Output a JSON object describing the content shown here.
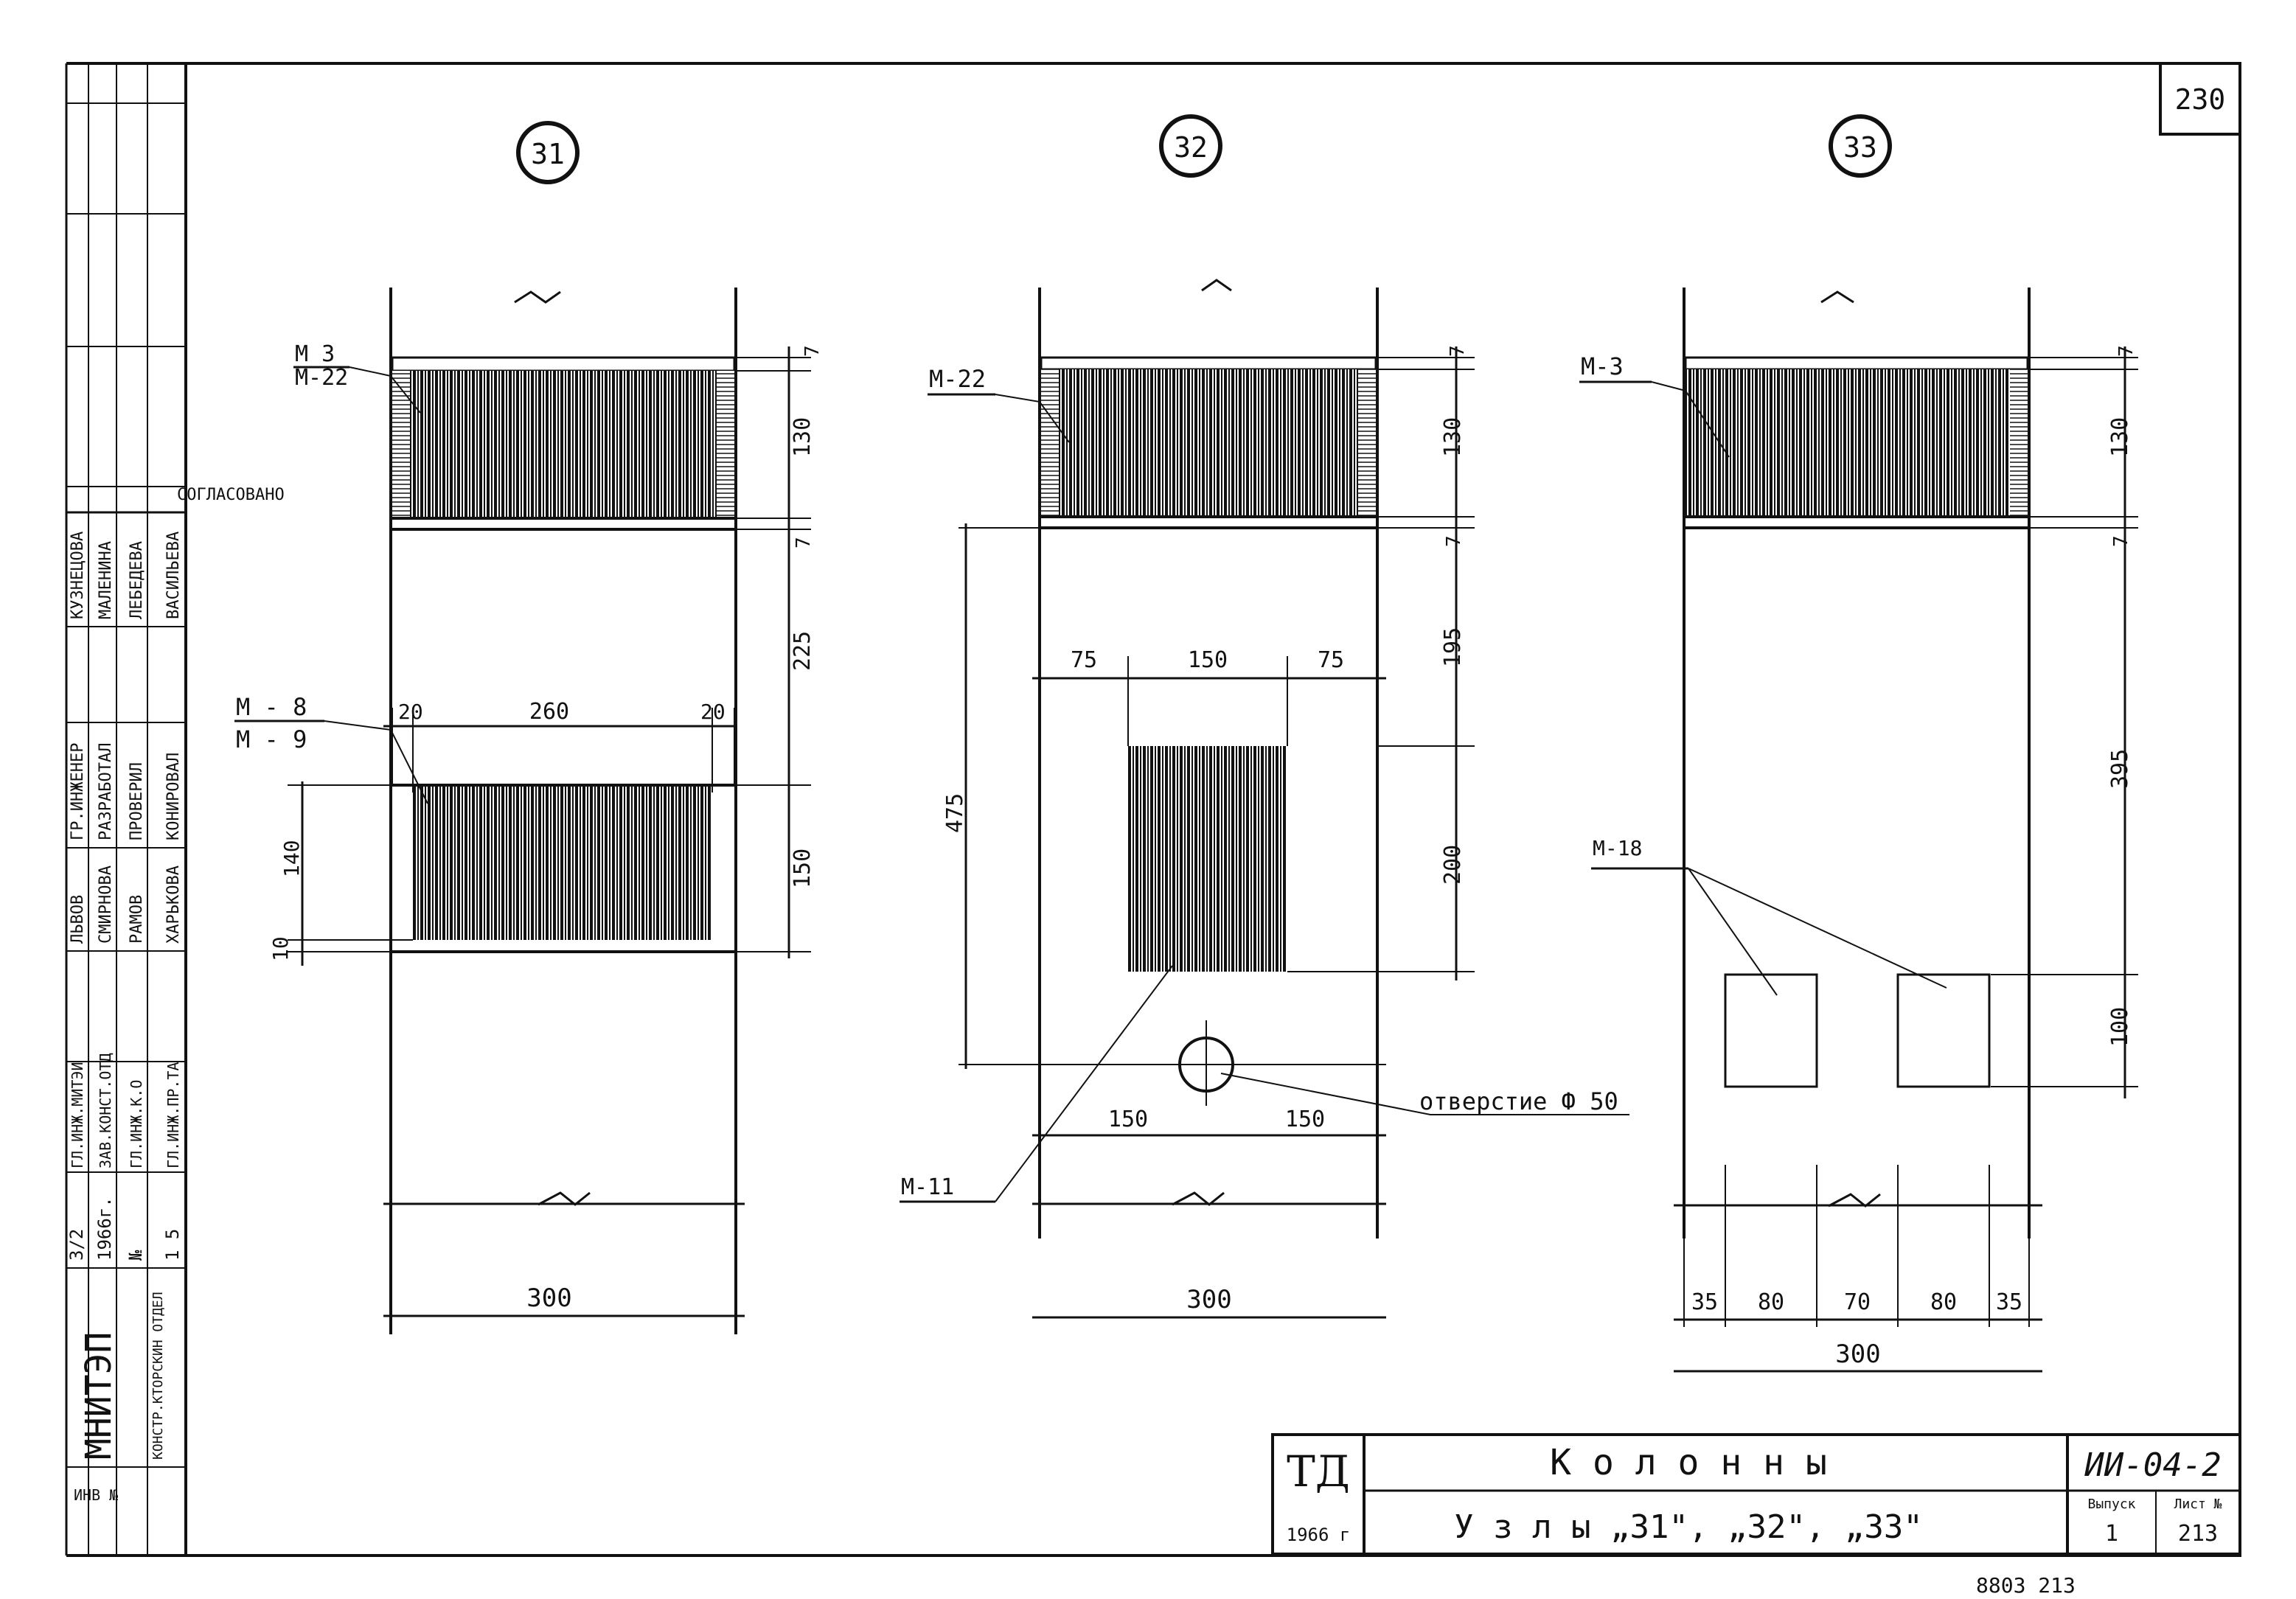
{
  "sheet_number": "230",
  "nodes": [
    {
      "id": "31",
      "callouts": {
        "top": "М 3",
        "bottom": "М-22"
      },
      "callouts2": {
        "top": "М - 8",
        "bottom": "М - 9"
      },
      "dims": {
        "right": [
          "7",
          "130",
          "7",
          "225",
          "150"
        ],
        "horiz": [
          "20",
          "260",
          "20"
        ],
        "left": [
          "140",
          "10"
        ],
        "width": "300"
      }
    },
    {
      "id": "32",
      "callout_top": "М-22",
      "callout_bottom": "М-11",
      "hole_label": "отверстие Ф 50",
      "dims": {
        "right": [
          "7",
          "130",
          "7",
          "195",
          "200"
        ],
        "horiz": [
          "75",
          "150",
          "75"
        ],
        "left": "475",
        "hole": [
          "150",
          "150"
        ],
        "width": "300"
      }
    },
    {
      "id": "33",
      "callout_top": "М-3",
      "callout_mid": "М-18",
      "dims": {
        "right": [
          "7",
          "130",
          "7",
          "395",
          "100"
        ],
        "bottom": [
          "35",
          "80",
          "70",
          "80",
          "35"
        ],
        "width": "300"
      }
    }
  ],
  "side_stamp": {
    "agreed": "СОГЛАСОВАНО",
    "names_top": [
      "КУЗНЕЦОВА",
      "МАЛЕНИНА",
      "ЛЕБЕДЕВА",
      "ВАСИЛЬЕВА"
    ],
    "roles": [
      "ЛЬВОВ",
      "ГР.ИНЖЕНЕР",
      "РАЗРАБОТАЛ",
      "ПРОВЕРИЛ",
      "КОНИРОВАЛ"
    ],
    "people": [
      "СМИРНОВА",
      "РАМОВ",
      "ХАРЬКОВА"
    ],
    "titles": [
      "ГЛ.ИНЖ.МИТЭИ",
      "ЗАВ.КОНСТ.ОТД",
      "ГЛ.ИНЖ.К.О",
      "ГЛ.ИНЖ.ПР.ТА"
    ],
    "date": "1966г.",
    "org": "МНИТЭП",
    "dept": "КОНСТР.КТОРСКИН ОТДЕЛ",
    "inv": "ИНВ №",
    "digits": [
      "3/2",
      "№",
      "1 5"
    ]
  },
  "title_block": {
    "logo": "ТД",
    "year": "1966 г",
    "title": "К о л о н н ы",
    "subtitle": "У з л ы  „31\", „32\", „33\"",
    "code": "ИИ-04-2",
    "issue_label": "Выпуск",
    "issue": "1",
    "sheet_label": "Лист №",
    "sheet": "213"
  },
  "footer": "8803     213"
}
